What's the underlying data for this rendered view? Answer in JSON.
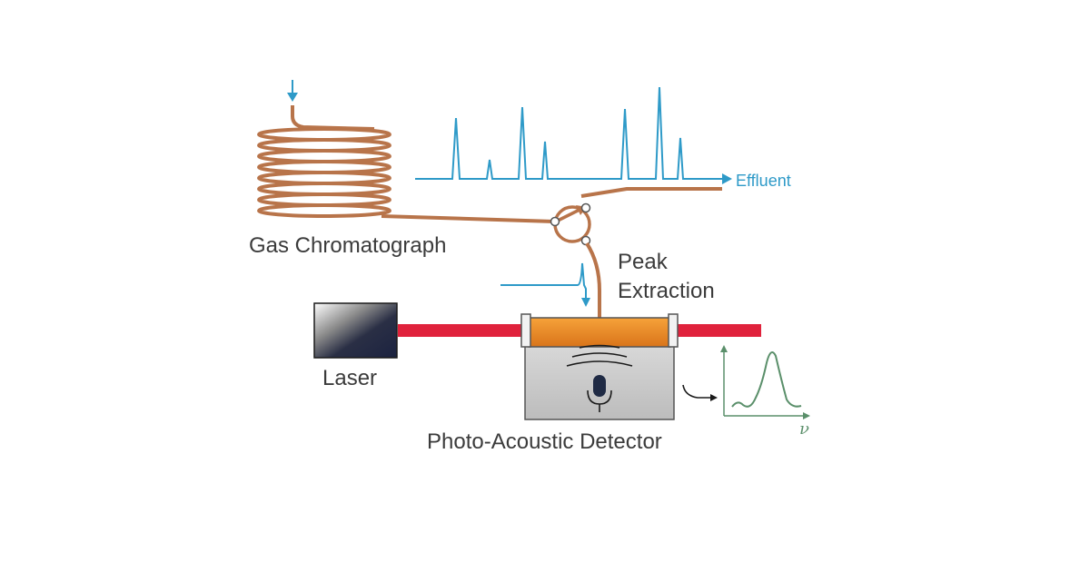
{
  "labels": {
    "gas_chromatograph": "Gas Chromatograph",
    "effluent": "Effluent",
    "peak": "Peak",
    "extraction": "Extraction",
    "laser": "Laser",
    "detector": "Photo-Acoustic Detector",
    "spectrum_axis": "ν"
  },
  "colors": {
    "tubing": "#b8744a",
    "signal": "#2e9ac8",
    "laser_beam": "#e0223c",
    "cell": "#f08c1e",
    "detector_box": "#c9c9c9",
    "spectrum": "#5a8f6a",
    "text": "#3b3b3b"
  }
}
